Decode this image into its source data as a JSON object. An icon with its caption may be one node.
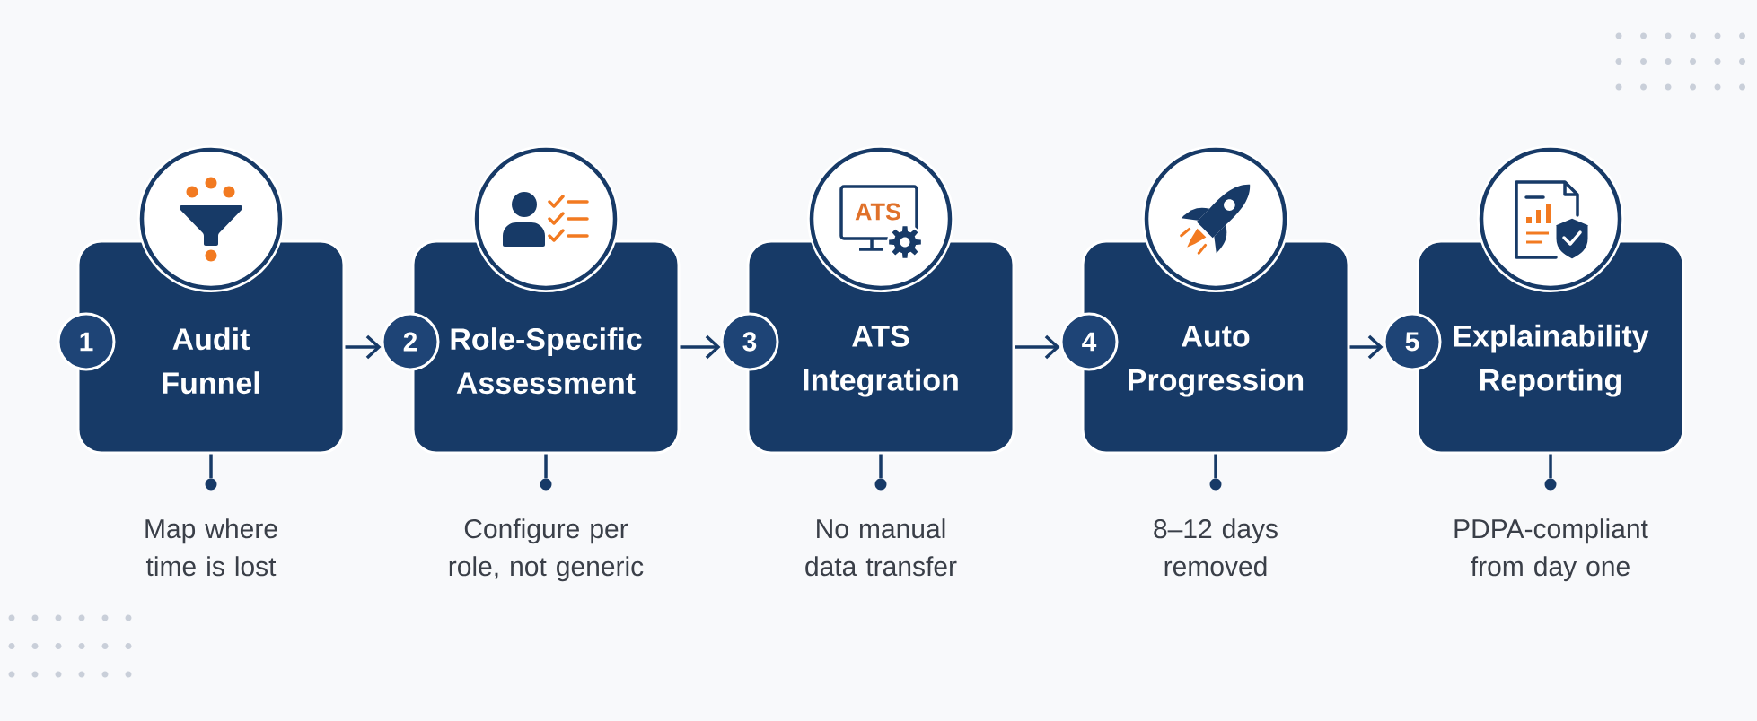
{
  "diagram": {
    "nodes": [
      {
        "text": [
          "Audit Funnel"
        ]
      },
      {
        "text": [
          "1"
        ]
      },
      {
        "text": [],
        "shape": "circle",
        "beside": [
          "Map where time is lost"
        ]
      },
      {
        "text": [
          "Role-Specific Assessment"
        ]
      },
      {
        "text": [
          "2"
        ]
      },
      {
        "text": [],
        "shape": "circle",
        "beside": [
          "Configure per role, not generic"
        ]
      },
      {
        "text": [
          "ATS Integration"
        ]
      },
      {
        "text": [
          "3"
        ]
      },
      {
        "text": [],
        "shape": "circle",
        "beside": [
          "No manual data transfer"
        ]
      },
      {
        "text": [
          "Auto Progression"
        ]
      },
      {
        "text": [
          "4"
        ]
      },
      {
        "text": [],
        "shape": "circle",
        "beside": [
          "8–12 days removed"
        ]
      },
      {
        "text": [
          "Explainability Reporting"
        ]
      },
      {
        "text": [
          "5"
        ]
      },
      {
        "text": [],
        "shape": "circle",
        "beside": [
          "PDPA-compliant from day one"
        ]
      }
    ],
    "edges": [
      {
        "from": 0,
        "to": 2,
        "arrow": "none"
      },
      {
        "from": 0,
        "to": 4,
        "arrow": "to"
      },
      {
        "from": 3,
        "to": 5,
        "arrow": "none"
      },
      {
        "from": 3,
        "to": 7,
        "arrow": "to"
      },
      {
        "from": 6,
        "to": 8,
        "arrow": "none"
      },
      {
        "from": 6,
        "to": 10,
        "arrow": "to"
      },
      {
        "from": 9,
        "to": 11,
        "arrow": "none"
      },
      {
        "from": 9,
        "to": 13,
        "arrow": "to"
      },
      {
        "from": 12,
        "to": 14,
        "arrow": "none"
      }
    ],
    "labels": [
      "ATS"
    ]
  }
}
